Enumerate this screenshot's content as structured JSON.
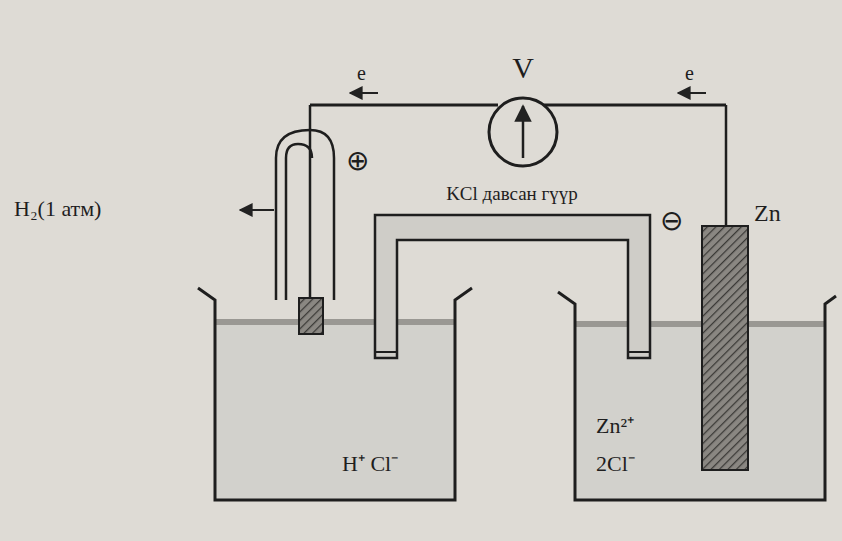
{
  "diagram": {
    "nodes": [
      {
        "text": [
          "V"
        ]
      }
    ],
    "labels": [
      "e",
      "e",
      "⊕",
      "⊖",
      "Zn",
      "H₂(1 атм)",
      "KCl давсан гүүр",
      "H⁺ Cl⁻",
      "Zn²⁺",
      "2Cl⁻"
    ]
  }
}
